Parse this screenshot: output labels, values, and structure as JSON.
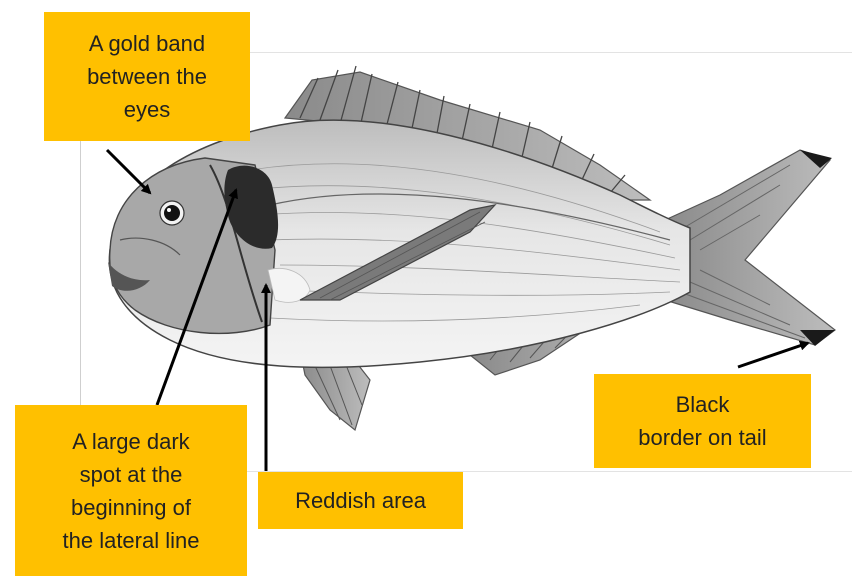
{
  "labels": {
    "gold_band": "A gold band\nbetween the\neyes",
    "dark_spot": "A large dark\nspot at the\nbeginning of\nthe lateral line",
    "reddish_area": "Reddish area",
    "tail_border": "Black\nborder on tail"
  },
  "colors": {
    "label_bg": "#ffc000",
    "arrow": "#000000",
    "fish_body": "#ececec",
    "fish_dark": "#3a3a3a",
    "fin": "#9a9a9a"
  }
}
